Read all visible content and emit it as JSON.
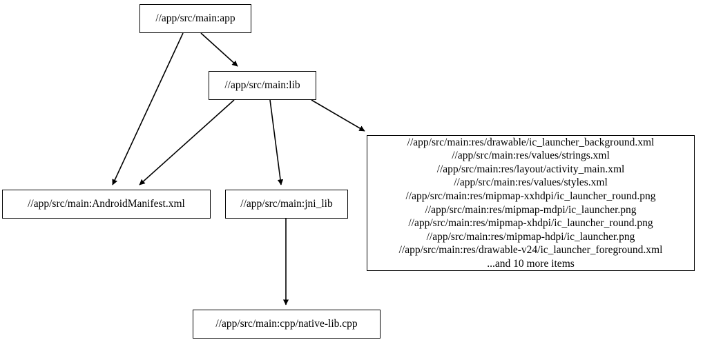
{
  "graph": {
    "type": "dependency-graph",
    "background": "#ffffff",
    "node_fill": "#ffffff",
    "node_stroke": "#000000",
    "edge_color": "#000000",
    "nodes": [
      {
        "id": "app",
        "label": "//app/src/main:app"
      },
      {
        "id": "lib",
        "label": "//app/src/main:lib"
      },
      {
        "id": "manifest",
        "label": "//app/src/main:AndroidManifest.xml"
      },
      {
        "id": "jni",
        "label": "//app/src/main:jni_lib"
      },
      {
        "id": "nativelib",
        "label": "//app/src/main:cpp/native-lib.cpp"
      },
      {
        "id": "res",
        "lines": [
          "//app/src/main:res/drawable/ic_launcher_background.xml",
          "//app/src/main:res/values/strings.xml",
          "//app/src/main:res/layout/activity_main.xml",
          "//app/src/main:res/values/styles.xml",
          "//app/src/main:res/mipmap-xxhdpi/ic_launcher_round.png",
          "//app/src/main:res/mipmap-mdpi/ic_launcher.png",
          "//app/src/main:res/mipmap-xhdpi/ic_launcher_round.png",
          "//app/src/main:res/mipmap-hdpi/ic_launcher.png",
          "//app/src/main:res/drawable-v24/ic_launcher_foreground.xml",
          "...and 10 more items"
        ],
        "label": "//app/src/main:res/drawable/ic_launcher_background.xml\n//app/src/main:res/values/strings.xml\n//app/src/main:res/layout/activity_main.xml\n//app/src/main:res/values/styles.xml\n//app/src/main:res/mipmap-xxhdpi/ic_launcher_round.png\n//app/src/main:res/mipmap-mdpi/ic_launcher.png\n//app/src/main:res/mipmap-xhdpi/ic_launcher_round.png\n//app/src/main:res/mipmap-hdpi/ic_launcher.png\n//app/src/main:res/drawable-v24/ic_launcher_foreground.xml\n...and 10 more items"
      }
    ],
    "edges": [
      {
        "from": "app",
        "to": "lib"
      },
      {
        "from": "app",
        "to": "manifest"
      },
      {
        "from": "lib",
        "to": "manifest"
      },
      {
        "from": "lib",
        "to": "jni"
      },
      {
        "from": "lib",
        "to": "res"
      },
      {
        "from": "jni",
        "to": "nativelib"
      }
    ]
  }
}
